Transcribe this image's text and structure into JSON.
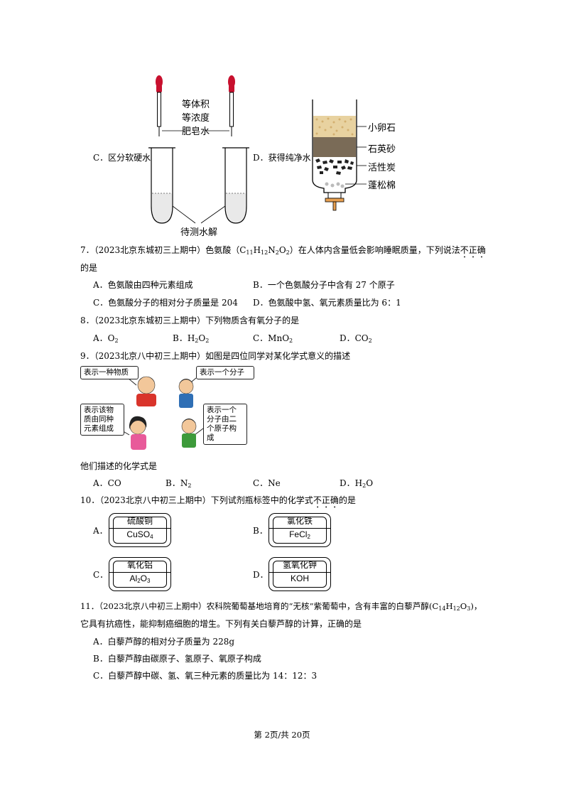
{
  "figure_c": {
    "option": "C．区分软硬水",
    "reagent_line1": "等体积",
    "reagent_line2": "等浓度",
    "reagent_line3": "肥皂水",
    "sample": "待测水解"
  },
  "figure_d": {
    "option": "D．获得纯净水",
    "layer1": "小卵石",
    "layer2": "石英砂",
    "layer3": "活性炭",
    "layer4": "蓬松棉"
  },
  "q7": {
    "num_src": "7．（2023北京东城初三上期中）",
    "text_a": "色氨酸（C",
    "sub_c": "11",
    "t_h": "H",
    "sub_h": "12",
    "t_n": "N",
    "sub_n": "2",
    "t_o": "O",
    "sub_o": "2",
    "text_b": "）在人体内含量低会影响睡眠质量，下列说法",
    "emph": "不正确",
    "line2": "的是",
    "A": "A．色氨酸由四种元素组成",
    "B": "B．一个色氨酸分子中含有 27 个原子",
    "C": "C．色氨酸分子的相对分子质量是 204",
    "D": "D．色氨酸中氢、氧元素质量比为 6：1"
  },
  "q8": {
    "stem": "8．（2023北京东城初三上期中）下列物质含有氧分子的是",
    "A_pre": "A．O",
    "A_sub": "2",
    "B_pre": "B．H",
    "B_sub1": "2",
    "B_mid": "O",
    "B_sub2": "2",
    "C_pre": "C．MnO",
    "C_sub": "2",
    "D_pre": "D．CO",
    "D_sub": "2"
  },
  "q9": {
    "stem": "9．（2023北京八中初三上期中）如图是四位同学对某化学式意义的描述",
    "bubble1": "表示一种物质",
    "bubble2": "表示一个分子",
    "bubble3": "表示该物质由同种元素组成",
    "bubble4": "表示一个分子由二个原子构成",
    "ask": "他们描述的化学式是",
    "A": "A．CO",
    "B_pre": "B．N",
    "B_sub": "2",
    "C": "C．Ne",
    "D_pre": "D．H",
    "D_sub": "2",
    "D_post": "O"
  },
  "q10": {
    "stem_a": "10．（2023北京八中初三上期中）下列试剂瓶标签中的化学式",
    "emph": "不正确",
    "stem_b": "的是",
    "A_letter": "A．",
    "A_name": "硫酸铜",
    "A_f": "CuSO",
    "A_sub": "4",
    "B_letter": "B．",
    "B_name": "氯化铁",
    "B_f": "FeCl",
    "B_sub": "2",
    "C_letter": "C．",
    "C_name": "氧化铝",
    "C_f1": "Al",
    "C_sub1": "2",
    "C_f2": "O",
    "C_sub2": "3",
    "D_letter": "D．",
    "D_name": "氢氧化钾",
    "D_f": "KOH"
  },
  "q11": {
    "line1_a": "11．（2023北京八中初三上期中）农科院葡萄基地培育的“无核”紫葡萄中，含有丰富的白藜芦醇(C",
    "s1": "14",
    "h": "H",
    "s2": "12",
    "o": "O",
    "s3": "3",
    "close": ")，",
    "line2": "它具有抗癌性，能抑制癌细胞的增生。下列有关白藜芦醇的计算，正确的是",
    "A": "A．白藜芦醇的相对分子质量为 228g",
    "B": "B．白藜芦醇由碳原子、氢原子、氧原子构成",
    "C": "C．白藜芦醇中碳、氢、氧三种元素的质量比为 14：12：3"
  },
  "footer": "第 2页/共 20页"
}
